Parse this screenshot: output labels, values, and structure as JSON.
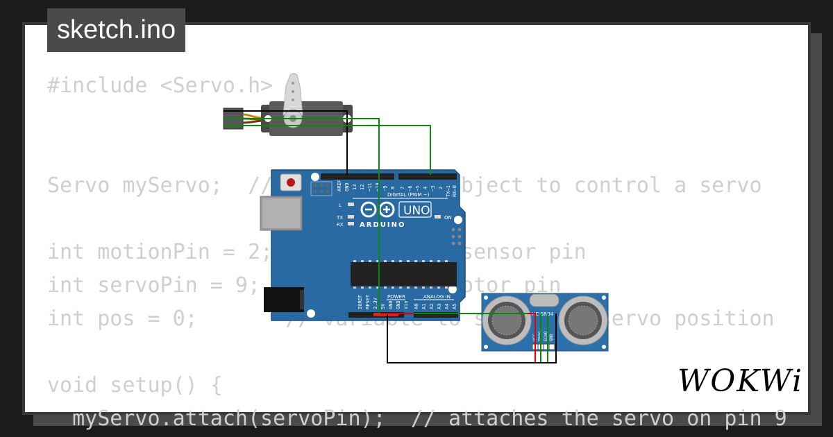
{
  "title": "sketch.ino",
  "code_lines": [
    "#include <Servo.h>",
    "",
    "",
    "Servo myServo;  // create servo object to control a servo",
    "",
    "int motionPin = 2;     // motion sensor pin",
    "int servoPin = 9;      // servo motor pin",
    "int pos = 0;       // variable to store the servo position",
    "",
    "void setup() {",
    "  myServo.attach(servoPin);  // attaches the servo on pin 9"
  ],
  "board": {
    "brand": "ARDUINO",
    "model": "UNO",
    "digital_header": "DIGITAL (PWM ~)",
    "power_header": "POWER",
    "analog_header": "ANALOG IN",
    "led_labels": [
      "L",
      "TX",
      "RX"
    ],
    "on_label": "ON",
    "digital_pins": [
      "AREF",
      "GND",
      "13",
      "12",
      "~11",
      "~10",
      "~9",
      "8",
      "7",
      "~6",
      "~5",
      "4",
      "~3",
      "2",
      "TX→1",
      "RX←0"
    ],
    "power_pins": [
      "IOREF",
      "RESET",
      "3.3V",
      "5V",
      "GND",
      "GND",
      "Vin"
    ],
    "analog_pins": [
      "A0",
      "A1",
      "A2",
      "A3",
      "A4",
      "A5"
    ]
  },
  "sensor": {
    "model": "HC-SR04",
    "pins": [
      "VCC",
      "TRIG",
      "ECHO",
      "GND"
    ]
  },
  "logo": "WOKWi",
  "colors": {
    "background": "#1b1b1b",
    "title_bg": "#4a4a4a",
    "board": "#2a6aa3",
    "sensor": "#2d70a8",
    "wire_green": "#0a8a0a",
    "wire_black": "#000000",
    "wire_red": "#e00000"
  }
}
